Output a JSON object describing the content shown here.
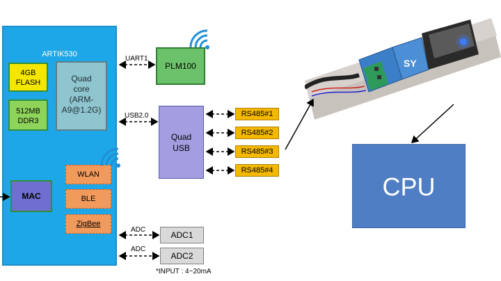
{
  "board": {
    "title": "ARTIK530"
  },
  "flash": {
    "line1": "4GB",
    "line2": "FLASH"
  },
  "ddr": {
    "line1": "512MB",
    "line2": "DDR3"
  },
  "quad_core": {
    "line1": "Quad",
    "line2": "core",
    "line3": "(ARM-",
    "line4": "A9@1.2G)"
  },
  "mac": {
    "label": "MAC"
  },
  "modules": {
    "wlan": "WLAN",
    "ble": "BLE",
    "zigbee": "ZigBee"
  },
  "plm": {
    "label": "PLM100"
  },
  "quad_usb": {
    "line1": "Quad",
    "line2": "USB"
  },
  "rs485": [
    "RS485#1",
    "RS485#2",
    "RS485#3",
    "RS485#4"
  ],
  "adc": [
    "ADC1",
    "ADC2"
  ],
  "links": {
    "uart": "UART1",
    "usb": "USB2.0",
    "adc1": "ADC",
    "adc2": "ADC"
  },
  "note": "*INPUT : 4~20mA",
  "cpu": {
    "label": "CPU"
  },
  "colors": {
    "board": "#1ea7e8",
    "wifi": "#1f8fd6",
    "cpu": "#4f7ec4",
    "rs485": "#f5b800",
    "module": "#f29a5c"
  },
  "icons": [
    "wifi-icon",
    "usb-rs485-adapter-photo"
  ]
}
